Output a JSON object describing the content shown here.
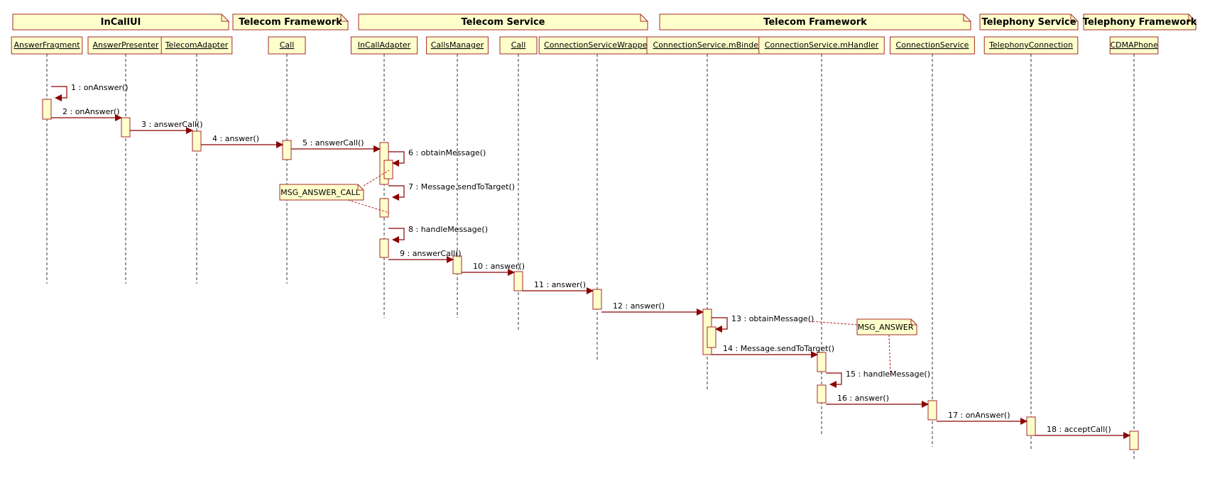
{
  "colors": {
    "box_fill": "#ffffcc",
    "box_stroke": "#a52a2a",
    "lifeline": "#333333",
    "message": "#8b0000",
    "note_link": "#b22222"
  },
  "packages": [
    {
      "name": "InCallUI",
      "lanes": [
        0,
        2
      ]
    },
    {
      "name": "Telecom Framework",
      "lanes": [
        3,
        3
      ]
    },
    {
      "name": "Telecom Service",
      "lanes": [
        4,
        7
      ]
    },
    {
      "name": "Telecom Framework",
      "lanes": [
        8,
        10
      ]
    },
    {
      "name": "Telephony Service",
      "lanes": [
        11,
        11
      ]
    },
    {
      "name": "Telephony Framework",
      "lanes": [
        12,
        12
      ]
    }
  ],
  "lanes": [
    {
      "name": "AnswerFragment"
    },
    {
      "name": "AnswerPresenter"
    },
    {
      "name": "TelecomAdapter"
    },
    {
      "name": "Call"
    },
    {
      "name": "InCallAdapter"
    },
    {
      "name": "CallsManager"
    },
    {
      "name": "Call"
    },
    {
      "name": "ConnectionServiceWrapper"
    },
    {
      "name": "ConnectionService.mBinder"
    },
    {
      "name": "ConnectionService.mHandler"
    },
    {
      "name": "ConnectionService"
    },
    {
      "name": "TelephonyConnection"
    },
    {
      "name": "CDMAPhone"
    }
  ],
  "messages": [
    {
      "label": "1 : onAnswer()",
      "from": 0,
      "to": 0
    },
    {
      "label": "2 : onAnswer()",
      "from": 0,
      "to": 1
    },
    {
      "label": "3 : answerCall()",
      "from": 1,
      "to": 2
    },
    {
      "label": "4 : answer()",
      "from": 2,
      "to": 3
    },
    {
      "label": "5 : answerCall()",
      "from": 3,
      "to": 4
    },
    {
      "label": "6 : obtainMessage()",
      "from": 4,
      "to": 4
    },
    {
      "label": "7 : Message.sendToTarget()",
      "from": 4,
      "to": 4
    },
    {
      "label": "8 : handleMessage()",
      "from": 4,
      "to": 4
    },
    {
      "label": "9 : answerCall()",
      "from": 4,
      "to": 5
    },
    {
      "label": "10 : answer()",
      "from": 5,
      "to": 6
    },
    {
      "label": "11 : answer()",
      "from": 6,
      "to": 7
    },
    {
      "label": "12 : answer()",
      "from": 7,
      "to": 8
    },
    {
      "label": "13 : obtainMessage()",
      "from": 8,
      "to": 8
    },
    {
      "label": "14 : Message.sendToTarget()",
      "from": 8,
      "to": 9
    },
    {
      "label": "15 : handleMessage()",
      "from": 9,
      "to": 9
    },
    {
      "label": "16 : answer()",
      "from": 9,
      "to": 10
    },
    {
      "label": "17 : onAnswer()",
      "from": 10,
      "to": 11
    },
    {
      "label": "18 : acceptCall()",
      "from": 11,
      "to": 12
    }
  ],
  "notes": [
    {
      "text": "MSG_ANSWER_CALL"
    },
    {
      "text": "MSG_ANSWER"
    }
  ]
}
